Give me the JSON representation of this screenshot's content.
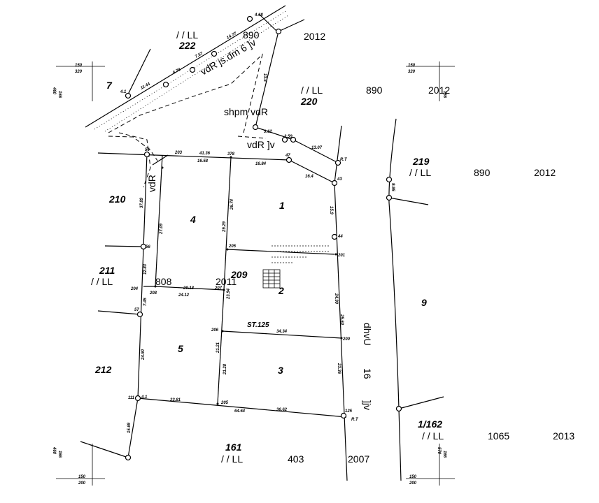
{
  "parcels": [
    {
      "id": "7",
      "text": "7"
    },
    {
      "id": "222",
      "text": "222"
    },
    {
      "id": "220",
      "text": "220"
    },
    {
      "id": "219",
      "text": "219"
    },
    {
      "id": "210",
      "text": "210"
    },
    {
      "id": "211",
      "text": "211"
    },
    {
      "id": "212",
      "text": "212"
    },
    {
      "id": "209",
      "text": "209"
    },
    {
      "id": "161",
      "text": "161"
    },
    {
      "id": "1_162",
      "text": "1/162"
    },
    {
      "id": "9",
      "text": "9"
    }
  ],
  "plots": [
    "1",
    "2",
    "3",
    "4",
    "5"
  ],
  "deeds": [
    {
      "ll": "/ / LL",
      "num": "890",
      "year": "2012"
    },
    {
      "ll": "/ / LL",
      "num": "890",
      "year": "2012"
    },
    {
      "ll": "/ / LL",
      "num": "890",
      "year": "2012"
    },
    {
      "ll": "/ / LL",
      "num": "808",
      "year": "2011"
    },
    {
      "ll": "/ / LL",
      "num": "1065",
      "year": "2013"
    },
    {
      "ll": "/ / LL",
      "num": "403",
      "year": "2007"
    }
  ],
  "road_labels": {
    "top_road": "vdR  js.dm  6 ]v",
    "shpm": "shpm   vdR",
    "vdR_jv": "vdR ]v",
    "left_vdR": "vdR",
    "right_dhvU": "dhvU",
    "right_16": "16",
    "right_jv": "]jv",
    "st": "ST.125"
  },
  "corner_labels": {
    "top_left": {
      "num": "150",
      "den": "320",
      "side": "166",
      "side2": "460"
    },
    "top_right": {
      "num": "150",
      "den": "320",
      "side": "166",
      "side2": "460"
    },
    "bottom_left": {
      "num": "150",
      "den": "200",
      "side": "166",
      "side2": "460"
    },
    "bottom_right": {
      "num": "150",
      "den": "200",
      "side": "166",
      "side2": "570"
    }
  },
  "point_labels": [
    "56",
    "203",
    "378",
    "47",
    "43",
    "44",
    "201",
    "205",
    "56",
    "204",
    "208",
    "207",
    "57",
    "206",
    "200",
    "111",
    "205",
    "125",
    "4.1",
    "4.1",
    "R.T",
    "R.T"
  ],
  "measures": [
    "41.36",
    "16.58",
    "16.84",
    "16.4",
    "15.9",
    "26.74",
    "29.29",
    "27.09",
    "37.89",
    "20.18",
    "24.12",
    "23.94",
    "21.21",
    "21.28",
    "34.34",
    "23.81",
    "64.64",
    "36.62",
    "24.90",
    "15.69",
    "24.90",
    "7.45",
    "12.83",
    "13.07",
    "8.78",
    "7.57",
    "14.77",
    "4.68",
    "11.44",
    "9.62",
    "3.59",
    "13.8",
    "23.36",
    "25.60",
    "9.95"
  ],
  "legend_icon": "table-icon"
}
